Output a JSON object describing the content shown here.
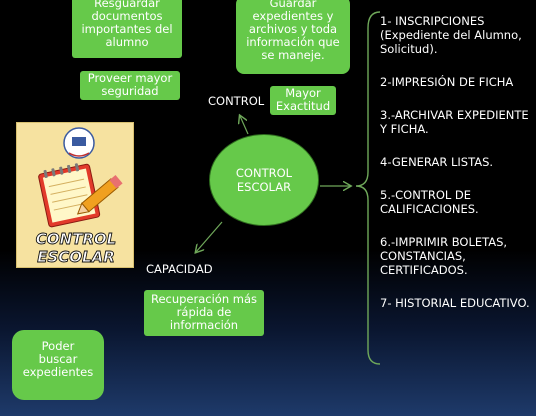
{
  "center": {
    "label": "CONTROL\nESCOLAR"
  },
  "branches": {
    "control": "CONTROL",
    "capacidad": "CAPACIDAD"
  },
  "boxes": {
    "resguardar": "Resguardar\ndocumentos\nimportantes del\nalumno",
    "guardar": "Guardar\nexpedientes y\narchivos y toda\ninformación que\nse maneje.",
    "proveer": "Proveer mayor\nseguridad",
    "exactitud": "Mayor\nExactitud",
    "recuperacion": "Recuperación más\nrápida de\ninformación",
    "buscar": "Poder\nbuscar\nexpedientes"
  },
  "list_items": [
    "1- INSCRIPCIONES\n(Expediente del Alumno,\nSolicitud).",
    "2-IMPRESIÓN DE FICHA",
    "3.-ARCHIVAR EXPEDIENTE\nY FICHA.",
    "4-GENERAR LISTAS.",
    "5.-CONTROL DE\nCALIFICACIONES.",
    "6.-IMPRIMIR BOLETAS,\nCONSTANCIAS,\nCERTIFICADOS.",
    "7- HISTORIAL EDUCATIVO."
  ],
  "logo": {
    "line1": "CONTROL",
    "line2": "ESCOLAR"
  },
  "colors": {
    "box": "#66c94a",
    "background": "#000000",
    "text": "#ffffff",
    "lines": "#6fa85a"
  }
}
